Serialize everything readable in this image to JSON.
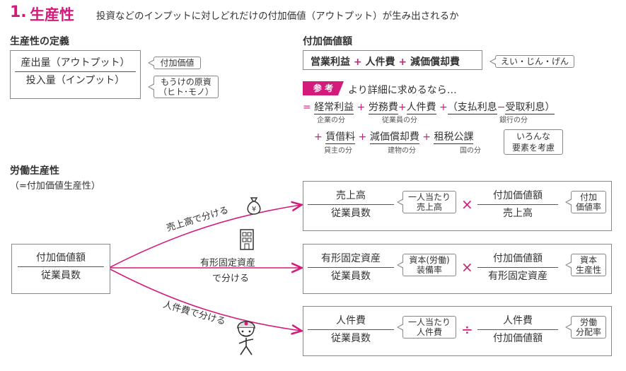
{
  "header": {
    "number": "1.",
    "title": "生産性",
    "description": "投資などのインプットに対しどれだけの付加価値（アウトプット）が生み出されるか"
  },
  "productivity_definition": {
    "heading": "生産性の定義",
    "numerator": "産出量（アウトプット）",
    "denominator": "投入量（インプット）",
    "numerator_note": "付加価値",
    "denominator_note_line1": "もうけの原資",
    "denominator_note_line2": "（ヒト･モノ）"
  },
  "value_added": {
    "heading": "付加価値額",
    "formula_parts": [
      "営業利益",
      "+",
      "人件費",
      "+",
      "減価償却費"
    ],
    "mnemonic": "えい・じん・げん",
    "reference_badge": "参 考",
    "reference_text": "より詳細に求めるなら…",
    "detail_row1": {
      "eq": "=",
      "terms": [
        "経常利益",
        "+",
        "労務費",
        "+",
        "人件費",
        "+",
        "（支払利息",
        "−",
        "受取利息）"
      ],
      "subs": [
        "企業の分",
        "従業員の分",
        "銀行の分"
      ]
    },
    "detail_row2": {
      "terms": [
        "+",
        "賃借料",
        "+",
        "減価償却費",
        "+",
        "租税公課"
      ],
      "subs": [
        "貸主の分",
        "建物の分",
        "国の分"
      ],
      "note_line1": "いろんな",
      "note_line2": "要素を考慮"
    }
  },
  "labor_productivity": {
    "heading": "労働生産性",
    "subheading": "（=付加価値生産性）",
    "base_numerator": "付加価値額",
    "base_denominator": "従業員数",
    "branches": [
      {
        "label": "売上高で分ける",
        "left_num": "売上高",
        "left_den": "従業員数",
        "left_note_line1": "一人当たり",
        "left_note_line2": "売上高",
        "operator": "×",
        "right_num": "付加価値額",
        "right_den": "売上高",
        "right_note_line1": "付加",
        "right_note_line2": "価値率"
      },
      {
        "label_line1": "有形固定資産",
        "label_line2": "で分ける",
        "left_num": "有形固定資産",
        "left_den": "従業員数",
        "left_note_line1": "資本(労働)",
        "left_note_line2": "装備率",
        "operator": "×",
        "right_num": "付加価値額",
        "right_den": "有形固定資産",
        "right_note_line1": "資本",
        "right_note_line2": "生産性"
      },
      {
        "label": "人件費で分ける",
        "left_num": "人件費",
        "left_den": "従業員数",
        "left_note_line1": "一人当たり",
        "left_note_line2": "人件費",
        "operator": "÷",
        "right_num": "人件費",
        "right_den": "付加価値額",
        "right_note_line1": "労働",
        "right_note_line2": "分配率"
      }
    ],
    "icons": [
      "money-bag-icon",
      "building-icon",
      "worker-icon"
    ]
  },
  "colors": {
    "accent": "#d41a7a",
    "text": "#333333",
    "border": "#888888"
  }
}
